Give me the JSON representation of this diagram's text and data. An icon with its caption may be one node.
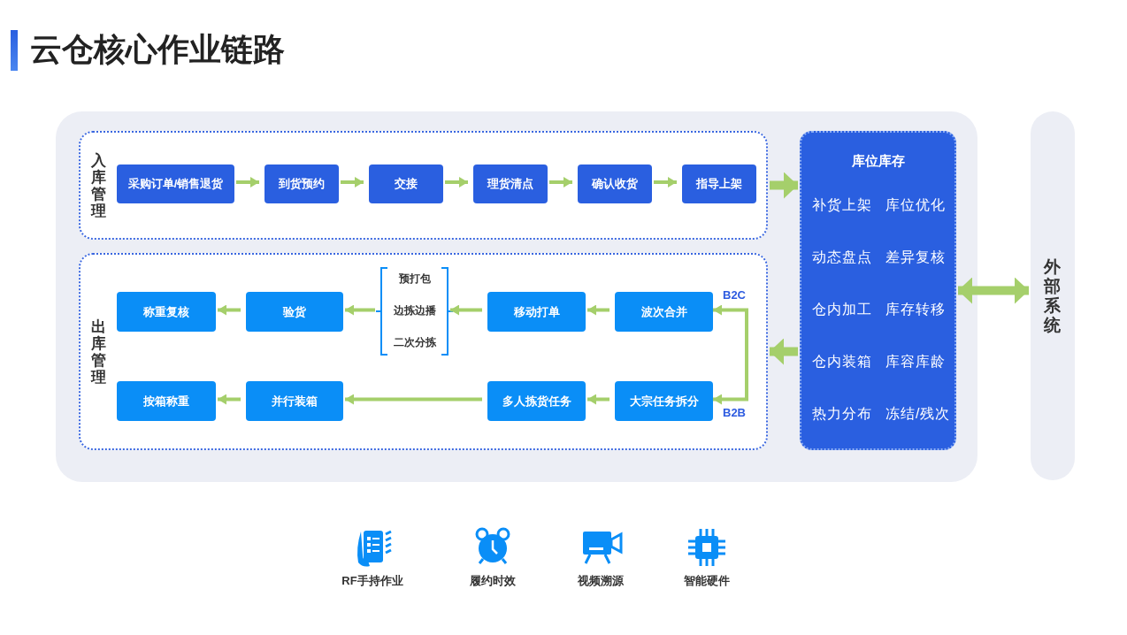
{
  "diagram": {
    "title": "云仓核心作业链路",
    "nodes": [
      {
        "text": [
          "入库管理"
        ]
      },
      {
        "text": [
          "采购订单/销售退货"
        ],
        "in": 0
      },
      {
        "text": [
          "到货预约"
        ],
        "in": 0
      },
      {
        "text": [
          "交接"
        ],
        "in": 0
      },
      {
        "text": [
          "理货清点"
        ],
        "in": 0
      },
      {
        "text": [
          "确认收货"
        ],
        "in": 0
      },
      {
        "text": [
          "指导上架"
        ],
        "in": 0
      },
      {
        "text": [
          "出库管理"
        ]
      },
      {
        "text": [
          "称重复核"
        ],
        "in": 7
      },
      {
        "text": [
          "验货"
        ],
        "in": 7
      },
      {
        "text": [
          "预打包",
          "边拣边播",
          "二次分拣"
        ],
        "in": 7
      },
      {
        "text": [
          "移动打单"
        ],
        "in": 7
      },
      {
        "text": [
          "波次合并"
        ],
        "in": 7
      },
      {
        "text": [
          "按箱称重"
        ],
        "in": 7
      },
      {
        "text": [
          "并行装箱"
        ],
        "in": 7
      },
      {
        "text": [
          "多人拣货任务"
        ],
        "in": 7
      },
      {
        "text": [
          "大宗任务拆分"
        ],
        "in": 7
      },
      {
        "text": [
          "库位库存",
          "补货上架",
          "库位优化",
          "动态盘点",
          "差异复核",
          "仓内加工",
          "库存转移",
          "仓内装箱",
          "库容库龄",
          "热力分布",
          "冻结/残次"
        ]
      },
      {
        "text": [
          "外部系统"
        ]
      }
    ],
    "edges": [
      {
        "from": 1,
        "to": 2,
        "arrow": "to"
      },
      {
        "from": 2,
        "to": 3,
        "arrow": "to"
      },
      {
        "from": 3,
        "to": 4,
        "arrow": "to"
      },
      {
        "from": 4,
        "to": 5,
        "arrow": "to"
      },
      {
        "from": 5,
        "to": 6,
        "arrow": "to"
      },
      {
        "from": 0,
        "to": 17,
        "arrow": "to",
        "style": "thick"
      },
      {
        "from": 17,
        "to": 7,
        "arrow": "to",
        "style": "thick"
      },
      {
        "from": 17,
        "to": 18,
        "arrow": "both",
        "style": "thick"
      },
      {
        "from": 12,
        "to": 11,
        "arrow": "to"
      },
      {
        "from": 11,
        "to": 10,
        "arrow": "to"
      },
      {
        "from": 10,
        "to": 9,
        "arrow": "to"
      },
      {
        "from": 9,
        "to": 8,
        "arrow": "to"
      },
      {
        "from": 16,
        "to": 15,
        "arrow": "to"
      },
      {
        "from": 15,
        "to": 14,
        "arrow": "to"
      },
      {
        "from": 14,
        "to": 13,
        "arrow": "to"
      },
      {
        "from": 12,
        "to": 16,
        "arrow": "both"
      }
    ],
    "labels": [
      "B2C",
      "B2B",
      "RF手持作业",
      "履约时效",
      "视频溯源",
      "智能硬件"
    ]
  }
}
